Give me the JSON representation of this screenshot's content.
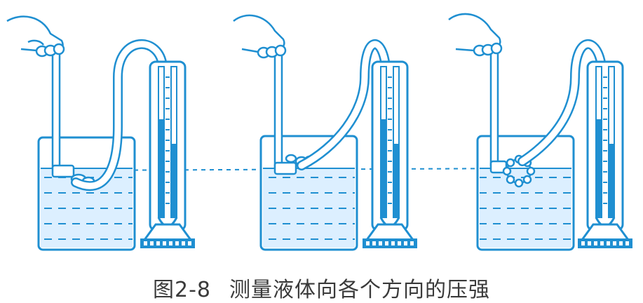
{
  "caption": {
    "number": "图2-8",
    "text": "测量液体向各个方向的压强"
  },
  "colors": {
    "line": "#1f8fd1",
    "water": "#dcefff",
    "background": "#ffffff",
    "caption": "#3a3a3a"
  },
  "apparatus": [
    {
      "label": "probe-facing-down",
      "icon": "hand-holding-rod"
    },
    {
      "label": "probe-facing-up",
      "icon": "hand-holding-rod"
    },
    {
      "label": "probe-facing-side",
      "icon": "hand-holding-rod"
    }
  ]
}
